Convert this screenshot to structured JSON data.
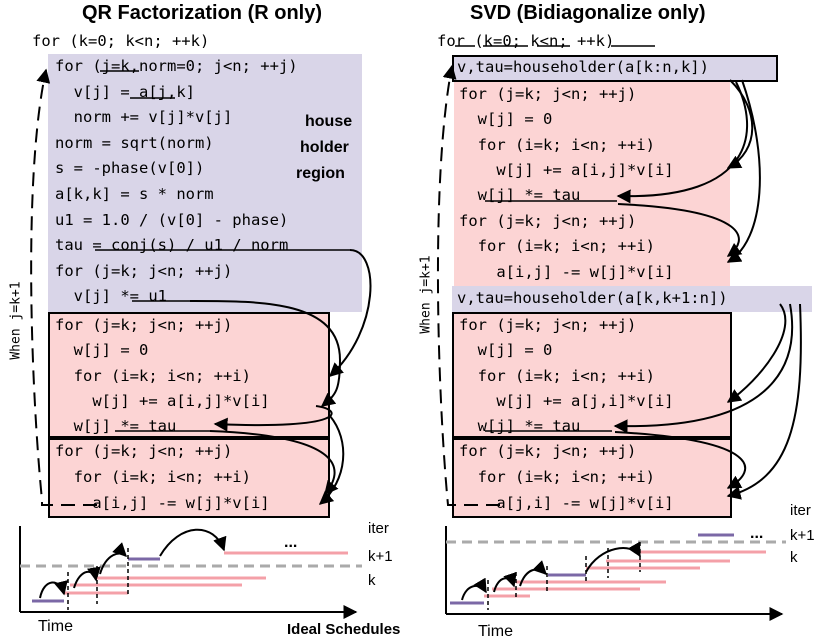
{
  "titles": {
    "qr": "QR Factorization (R only)",
    "svd": "SVD (Bidiagonalize only)"
  },
  "qr": {
    "outer_loop": "for (k=0; k<n; ++k)",
    "householder_lines": [
      "for (j=k,norm=0; j<n; ++j)",
      "  v[j] = a[j,k]",
      "  norm += v[j]*v[j]",
      "norm = sqrt(norm)",
      "s = -phase(v[0])",
      "a[k,k] = s * norm",
      "u1 = 1.0 / (v[0] - phase)",
      "tau = conj(s) / u1 / norm",
      "for (j=k; j<n; ++j)",
      "  v[j] *= u1"
    ],
    "region_label": [
      "house",
      "holder",
      "region"
    ],
    "block1": [
      "for (j=k; j<n; ++j)",
      "  w[j] = 0",
      "  for (i=k; i<n; ++i)",
      "    w[j] += a[i,j]*v[i]",
      "  w[j] *= tau"
    ],
    "block2": [
      "for (j=k; j<n; ++j)",
      "  for (i=k; i<n; ++i)",
      "    a[i,j] -= w[j]*v[i]"
    ],
    "when_label": "When j=k+1"
  },
  "svd": {
    "outer_loop": "for (k=0; k<n; ++k)",
    "householder1": "v,tau=householder(a[k:n,k])",
    "block1": [
      "for (j=k; j<n; ++j)",
      "  w[j] = 0",
      "  for (i=k; i<n; ++i)",
      "    w[j] += a[i,j]*v[i]",
      "  w[j] *= tau"
    ],
    "block2": [
      "for (j=k; j<n; ++j)",
      "  for (i=k; i<n; ++i)",
      "    a[i,j] -= w[j]*v[i]"
    ],
    "householder2": "v,tau=householder(a[k,k+1:n])",
    "block3": [
      "for (j=k; j<n; ++j)",
      "  w[j] = 0",
      "  for (i=k; i<n; ++i)",
      "    w[j] += a[j,i]*v[i]",
      "  w[j] *= tau"
    ],
    "block4": [
      "for (j=k; j<n; ++j)",
      "  for (i=k; i<n; ++i)",
      "    a[j,i] -= w[j]*v[i]"
    ],
    "when_label": "When j=k+1"
  },
  "schedules": {
    "caption": "Ideal Schedules",
    "time_label": "Time",
    "iter_label": "iter",
    "k1_label": "k+1",
    "k_label": "k",
    "ellipsis": "..."
  },
  "colors": {
    "householder_region": "#d9d5e8",
    "update_block": "#fcd4d4",
    "schedule_purple": "#7b68a6",
    "schedule_pink": "#f4a0a8",
    "iteration_divider": "#aaaaaa"
  }
}
